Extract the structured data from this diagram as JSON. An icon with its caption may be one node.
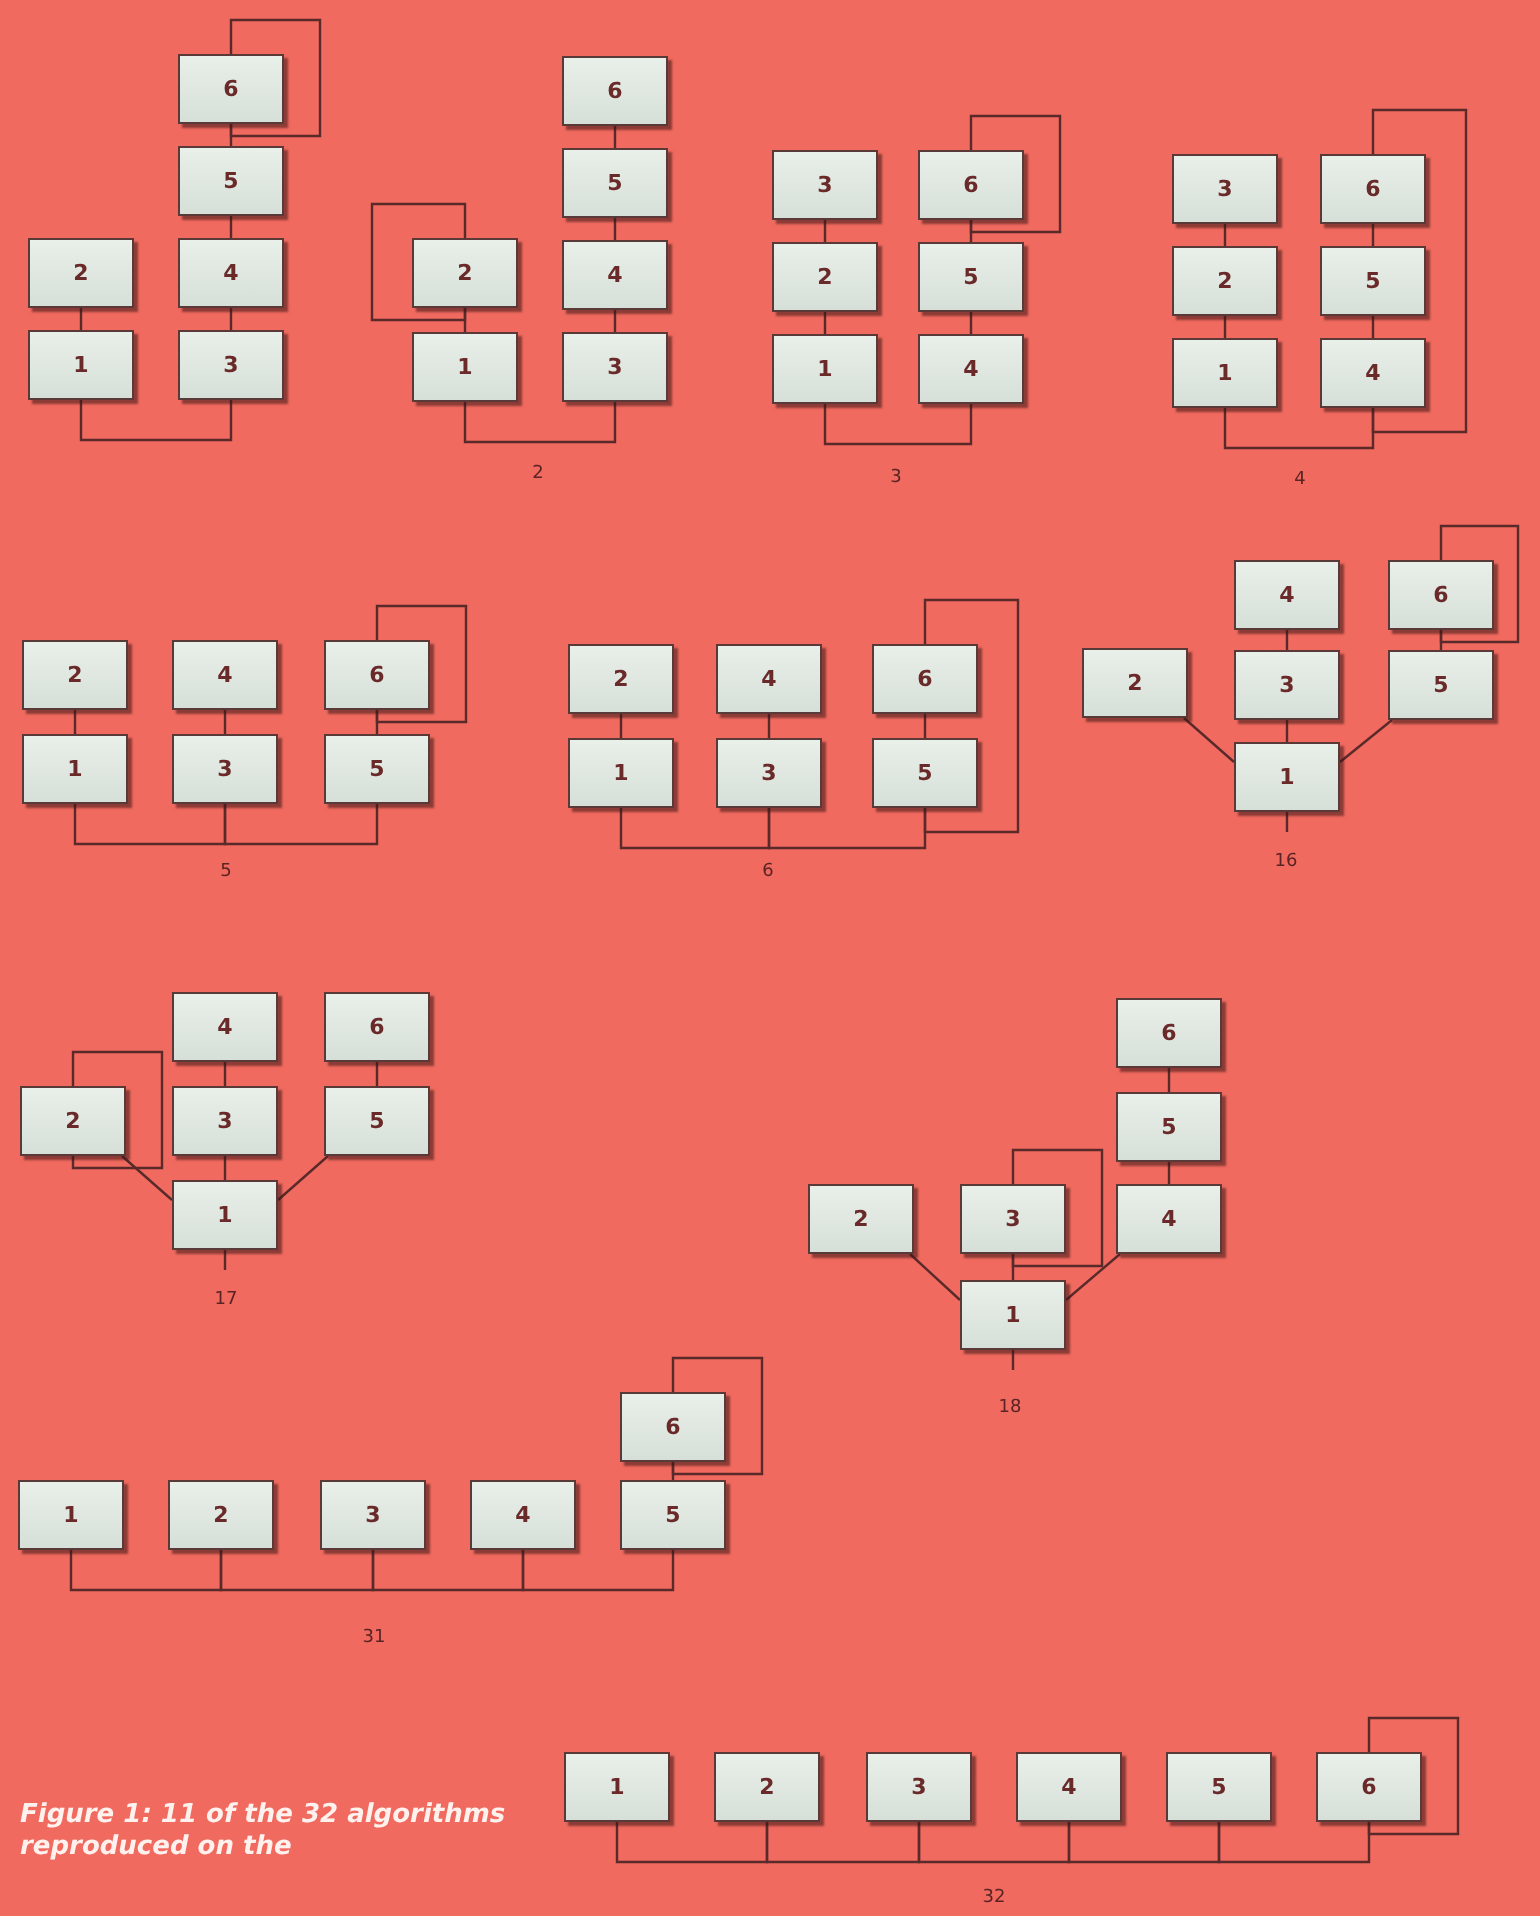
{
  "diagram": {
    "caption": "Figure 1: 11 of the 32 algorithms reproduced on the",
    "nodes": [
      {
        "text": [
          "1"
        ]
      },
      {
        "text": [
          "2"
        ]
      },
      {
        "text": [
          "3"
        ]
      },
      {
        "text": [
          "4"
        ]
      },
      {
        "text": [
          "5"
        ]
      },
      {
        "text": [
          "6"
        ]
      },
      {
        "text": [
          "1"
        ]
      },
      {
        "text": [
          "2"
        ]
      },
      {
        "text": [
          "3"
        ]
      },
      {
        "text": [
          "4"
        ]
      },
      {
        "text": [
          "5"
        ]
      },
      {
        "text": [
          "6"
        ]
      },
      {
        "text": [
          "1"
        ]
      },
      {
        "text": [
          "2"
        ]
      },
      {
        "text": [
          "3"
        ]
      },
      {
        "text": [
          "4"
        ]
      },
      {
        "text": [
          "5"
        ]
      },
      {
        "text": [
          "6"
        ]
      },
      {
        "text": [
          "1"
        ]
      },
      {
        "text": [
          "2"
        ]
      },
      {
        "text": [
          "3"
        ]
      },
      {
        "text": [
          "4"
        ]
      },
      {
        "text": [
          "5"
        ]
      },
      {
        "text": [
          "6"
        ]
      },
      {
        "text": [
          "1"
        ]
      },
      {
        "text": [
          "2"
        ]
      },
      {
        "text": [
          "3"
        ]
      },
      {
        "text": [
          "4"
        ]
      },
      {
        "text": [
          "5"
        ]
      },
      {
        "text": [
          "6"
        ]
      },
      {
        "text": [
          "1"
        ]
      },
      {
        "text": [
          "2"
        ]
      },
      {
        "text": [
          "3"
        ]
      },
      {
        "text": [
          "4"
        ]
      },
      {
        "text": [
          "5"
        ]
      },
      {
        "text": [
          "6"
        ]
      },
      {
        "text": [
          "1"
        ]
      },
      {
        "text": [
          "2"
        ]
      },
      {
        "text": [
          "3"
        ]
      },
      {
        "text": [
          "4"
        ]
      },
      {
        "text": [
          "5"
        ]
      },
      {
        "text": [
          "6"
        ]
      },
      {
        "text": [
          "1"
        ]
      },
      {
        "text": [
          "2"
        ]
      },
      {
        "text": [
          "3"
        ]
      },
      {
        "text": [
          "4"
        ]
      },
      {
        "text": [
          "5"
        ]
      },
      {
        "text": [
          "6"
        ]
      },
      {
        "text": [
          "1"
        ]
      },
      {
        "text": [
          "2"
        ]
      },
      {
        "text": [
          "3"
        ]
      },
      {
        "text": [
          "4"
        ]
      },
      {
        "text": [
          "5"
        ]
      },
      {
        "text": [
          "6"
        ]
      },
      {
        "text": [
          "1"
        ]
      },
      {
        "text": [
          "2"
        ]
      },
      {
        "text": [
          "3"
        ]
      },
      {
        "text": [
          "4"
        ]
      },
      {
        "text": [
          "5"
        ]
      },
      {
        "text": [
          "6"
        ]
      },
      {
        "text": [
          "1"
        ]
      },
      {
        "text": [
          "2"
        ]
      },
      {
        "text": [
          "3"
        ]
      },
      {
        "text": [
          "4"
        ]
      },
      {
        "text": [
          "5"
        ]
      },
      {
        "text": [
          "6"
        ]
      }
    ],
    "edges": [
      {
        "from": 1,
        "to": 0,
        "arrow": "none"
      },
      {
        "from": 3,
        "to": 2,
        "arrow": "none"
      },
      {
        "from": 4,
        "to": 3,
        "arrow": "none"
      },
      {
        "from": 5,
        "to": 4,
        "arrow": "none"
      },
      {
        "from": 0,
        "to": 2,
        "arrow": "none"
      },
      {
        "from": 5,
        "to": 5,
        "arrow": "none"
      },
      {
        "from": 7,
        "to": 6,
        "arrow": "none"
      },
      {
        "from": 9,
        "to": 8,
        "arrow": "none"
      },
      {
        "from": 10,
        "to": 9,
        "arrow": "none"
      },
      {
        "from": 11,
        "to": 10,
        "arrow": "none"
      },
      {
        "from": 6,
        "to": 8,
        "arrow": "none"
      },
      {
        "from": 7,
        "to": 7,
        "arrow": "none"
      },
      {
        "from": 14,
        "to": 13,
        "arrow": "none"
      },
      {
        "from": 13,
        "to": 12,
        "arrow": "none"
      },
      {
        "from": 17,
        "to": 16,
        "arrow": "none"
      },
      {
        "from": 16,
        "to": 15,
        "arrow": "none"
      },
      {
        "from": 12,
        "to": 15,
        "arrow": "none"
      },
      {
        "from": 17,
        "to": 17,
        "arrow": "none"
      },
      {
        "from": 20,
        "to": 19,
        "arrow": "none"
      },
      {
        "from": 19,
        "to": 18,
        "arrow": "none"
      },
      {
        "from": 23,
        "to": 22,
        "arrow": "none"
      },
      {
        "from": 22,
        "to": 21,
        "arrow": "none"
      },
      {
        "from": 18,
        "to": 21,
        "arrow": "none"
      },
      {
        "from": 21,
        "to": 23,
        "arrow": "none"
      },
      {
        "from": 25,
        "to": 24,
        "arrow": "none"
      },
      {
        "from": 27,
        "to": 26,
        "arrow": "none"
      },
      {
        "from": 29,
        "to": 28,
        "arrow": "none"
      },
      {
        "from": 24,
        "to": 26,
        "arrow": "none"
      },
      {
        "from": 26,
        "to": 28,
        "arrow": "none"
      },
      {
        "from": 29,
        "to": 29,
        "arrow": "none"
      },
      {
        "from": 31,
        "to": 30,
        "arrow": "none"
      },
      {
        "from": 33,
        "to": 32,
        "arrow": "none"
      },
      {
        "from": 35,
        "to": 34,
        "arrow": "none"
      },
      {
        "from": 30,
        "to": 32,
        "arrow": "none"
      },
      {
        "from": 32,
        "to": 34,
        "arrow": "none"
      },
      {
        "from": 34,
        "to": 35,
        "arrow": "none"
      },
      {
        "from": 37,
        "to": 36,
        "arrow": "none"
      },
      {
        "from": 38,
        "to": 36,
        "arrow": "none"
      },
      {
        "from": 40,
        "to": 36,
        "arrow": "none"
      },
      {
        "from": 39,
        "to": 38,
        "arrow": "none"
      },
      {
        "from": 41,
        "to": 40,
        "arrow": "none"
      },
      {
        "from": 41,
        "to": 41,
        "arrow": "none"
      },
      {
        "from": 36,
        "to": null,
        "arrow": "none"
      },
      {
        "from": 43,
        "to": 42,
        "arrow": "none"
      },
      {
        "from": 44,
        "to": 42,
        "arrow": "none"
      },
      {
        "from": 46,
        "to": 42,
        "arrow": "none"
      },
      {
        "from": 45,
        "to": 44,
        "arrow": "none"
      },
      {
        "from": 47,
        "to": 46,
        "arrow": "none"
      },
      {
        "from": 43,
        "to": 43,
        "arrow": "none"
      },
      {
        "from": 42,
        "to": null,
        "arrow": "none"
      },
      {
        "from": 49,
        "to": 48,
        "arrow": "none"
      },
      {
        "from": 50,
        "to": 48,
        "arrow": "none"
      },
      {
        "from": 51,
        "to": 48,
        "arrow": "none"
      },
      {
        "from": 52,
        "to": 51,
        "arrow": "none"
      },
      {
        "from": 53,
        "to": 52,
        "arrow": "none"
      },
      {
        "from": 50,
        "to": 50,
        "arrow": "none"
      },
      {
        "from": 48,
        "to": null,
        "arrow": "none"
      },
      {
        "from": 59,
        "to": 58,
        "arrow": "none"
      },
      {
        "from": 54,
        "to": 55,
        "arrow": "none"
      },
      {
        "from": 55,
        "to": 56,
        "arrow": "none"
      },
      {
        "from": 56,
        "to": 57,
        "arrow": "none"
      },
      {
        "from": 57,
        "to": 58,
        "arrow": "none"
      },
      {
        "from": 59,
        "to": 59,
        "arrow": "none"
      },
      {
        "from": 60,
        "to": 61,
        "arrow": "none"
      },
      {
        "from": 61,
        "to": 62,
        "arrow": "none"
      },
      {
        "from": 62,
        "to": 63,
        "arrow": "none"
      },
      {
        "from": 63,
        "to": 64,
        "arrow": "none"
      },
      {
        "from": 64,
        "to": 65,
        "arrow": "none"
      },
      {
        "from": 65,
        "to": 65,
        "arrow": "none"
      }
    ],
    "labels": [
      "2",
      "3",
      "4",
      "5",
      "6",
      "16",
      "17",
      "18",
      "31",
      "32"
    ]
  }
}
